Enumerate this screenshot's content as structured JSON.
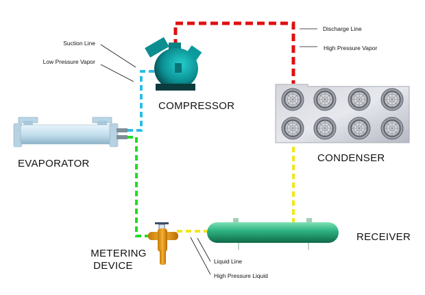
{
  "diagram": {
    "title": "Refrigeration Cycle",
    "components": {
      "compressor": "COMPRESSOR",
      "condenser": "CONDENSER",
      "evaporator": "EVAPORATOR",
      "receiver": "RECEIVER",
      "metering_line1": "METERING",
      "metering_line2": "DEVICE"
    },
    "callouts": {
      "suction_line": "Suction Line",
      "low_pressure_vapor": "Low Pressure Vapor",
      "discharge_line": "Discharge Line",
      "high_pressure_vapor": "High Pressure Vapor",
      "liquid_line": "Liquid Line",
      "high_pressure_liquid": "High Pressure Liquid"
    },
    "line_colors": {
      "discharge": "#e01010",
      "suction": "#2bbde8",
      "liquid": "#f2e61a",
      "expansion": "#22dd22"
    }
  }
}
